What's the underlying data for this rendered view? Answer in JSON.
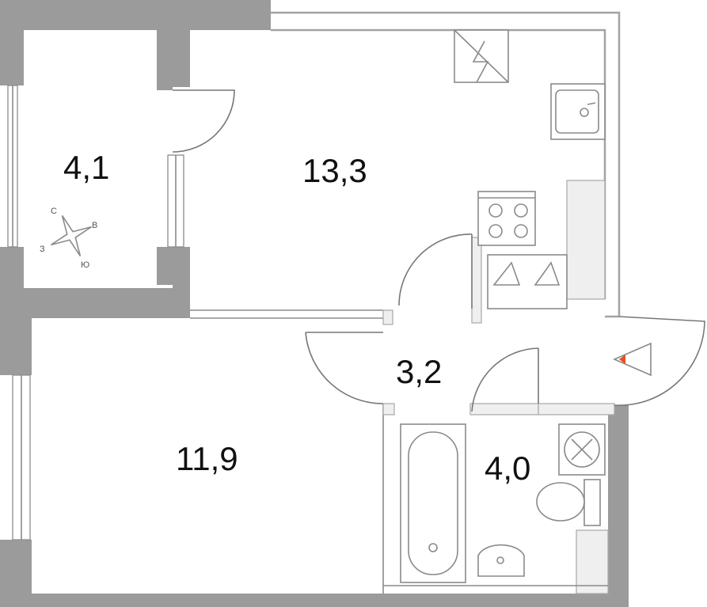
{
  "rooms": [
    {
      "area": "4,1"
    },
    {
      "area": "13,3"
    },
    {
      "area": "3,2"
    },
    {
      "area": "11,9"
    },
    {
      "area": "4,0"
    }
  ],
  "compass": {
    "north": "С",
    "east": "В",
    "south": "Ю",
    "west": "З"
  },
  "colors": {
    "wall": "#9b9b9b",
    "entry_marker": "#e8501c"
  }
}
